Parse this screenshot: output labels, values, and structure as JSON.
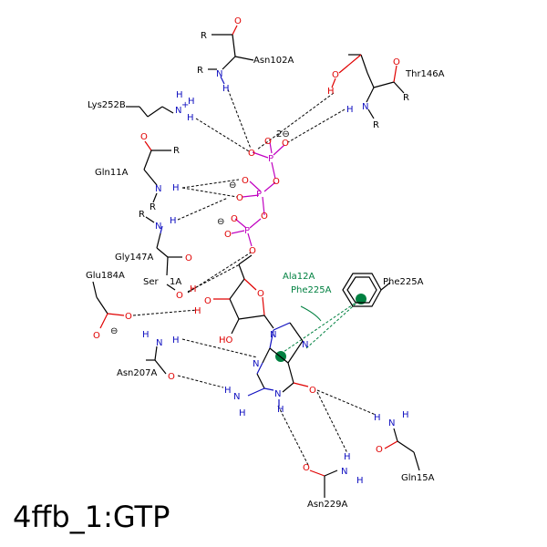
{
  "title": "4ffb_1:GTP",
  "residues": {
    "asn102": "Asn102A",
    "thr146": "Thr146A",
    "lys252": "Lys252B",
    "gln11": "Gln11A",
    "gly147": "Gly147A",
    "glu184": "Glu184A",
    "ser": "Ser",
    "ser_suffix": "1A",
    "asn207": "Asn207A",
    "asn229": "Asn229A",
    "gln15": "Gln15A",
    "phe225_ring": "Phe225A"
  },
  "pi_labels": {
    "ala12": "Ala12A",
    "phe225": "Phe225A"
  },
  "atoms": {
    "R": "R",
    "O": "O",
    "N": "N",
    "H": "H",
    "P": "P",
    "HO": "HO",
    "NH3": "N",
    "plus": "+",
    "charge2": "2⊖",
    "minus": "⊖"
  },
  "colors": {
    "oxygen": "#e00000",
    "nitrogen": "#1010c0",
    "phosphorus": "#c000c0",
    "pi_interaction": "#008040"
  }
}
